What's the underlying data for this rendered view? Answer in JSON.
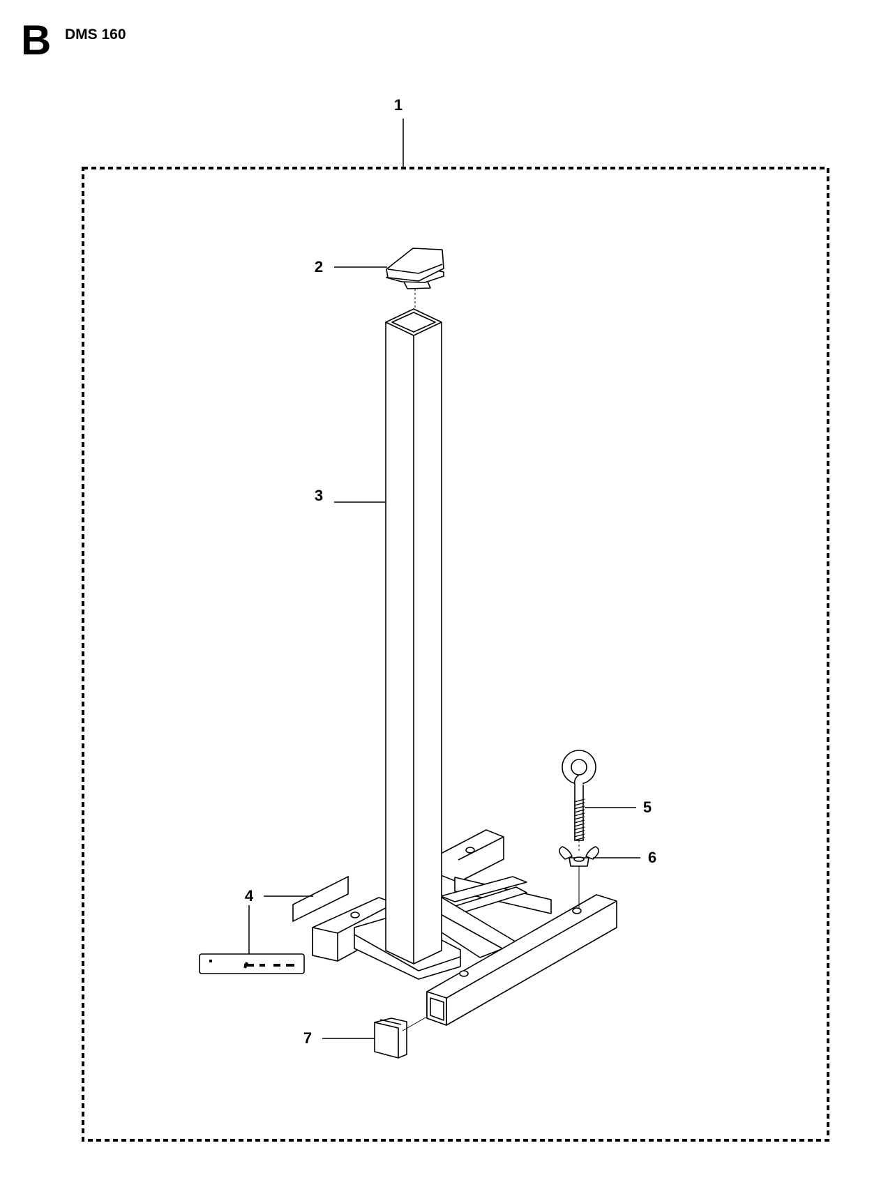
{
  "header": {
    "section_letter": "B",
    "model": "DMS 160"
  },
  "callouts": {
    "c1": "1",
    "c2": "2",
    "c3": "3",
    "c4": "4",
    "c5": "5",
    "c6": "6",
    "c7": "7"
  },
  "colors": {
    "line": "#000000",
    "background": "#ffffff"
  }
}
